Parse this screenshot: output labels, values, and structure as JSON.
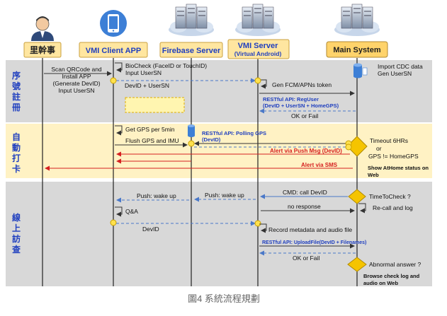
{
  "caption": "圖4 系統流程規劃",
  "actors": [
    {
      "id": "user",
      "label": "里幹事",
      "sub": "",
      "icon": "person-icon"
    },
    {
      "id": "app",
      "label": "VMI Client APP",
      "sub": "",
      "icon": "smartphone-icon"
    },
    {
      "id": "firebase",
      "label": "Firebase Server",
      "sub": "",
      "icon": "server-cloud-icon"
    },
    {
      "id": "vmi",
      "label": "VMI Server",
      "sub": "(Virtual Android)",
      "icon": "server-cloud-icon"
    },
    {
      "id": "main",
      "label": "Main System",
      "sub": "",
      "icon": "server-cloud-icon"
    }
  ],
  "phases": [
    {
      "id": "registration",
      "label": "序號註冊",
      "color": "#d8d8d8"
    },
    {
      "id": "checkin",
      "label": "自動打卡",
      "color": "#fff2c4"
    },
    {
      "id": "online",
      "label": "線上訪查",
      "color": "#d8d8d8"
    }
  ],
  "labels": {
    "scan": [
      "Scan QRCode and",
      "Install APP",
      "(Generate DevID)",
      "Input UserSN"
    ],
    "biocheck": [
      "BioCheck (FaceID or TouchID)",
      "Input UserSN"
    ],
    "devid_usersn": "DevID + UserSN",
    "import_cdc": [
      "Import CDC data",
      "Gen UserSN"
    ],
    "gen_fcm": "Gen FCM/APNs token",
    "reguser": [
      "RESTful API: RegUser",
      "(DevID + UserSN + HomeGPS)"
    ],
    "ok_fail_1": "OK or Fail",
    "get_gps": "Get GPS per 5min",
    "flush_gps": "Flush GPS and IMU",
    "polling": [
      "RESTful API: Polling GPS",
      "(DevID)"
    ],
    "timeout": [
      "Timeout 6HRs",
      "or",
      "GPS != HomeGPS"
    ],
    "alert_push": "Alert via Push Msg (DevID)",
    "alert_sms": "Alert via SMS",
    "show_athome": [
      "Show AtHome status on",
      "Web"
    ],
    "cmd_call": "CMD: call DevID",
    "push_wake_2": "Push: wake up",
    "push_wake_1": "Push: wake up",
    "time_to_check": "TimeToCheck ?",
    "no_response": "no response",
    "recall": "Re-call and log",
    "qa": "Q&A",
    "devid": "DevID",
    "record": "Record metadata and audio file",
    "uploadfile": "RESTful API: UploadFile(DevID + Filenames)",
    "ok_fail_2": "OK or Fail",
    "abnormal": "Abnormal answer ?",
    "browse": [
      "Browse check log and",
      "audio on Web"
    ]
  },
  "colors": {
    "blue_text": "#1f3fbf",
    "red": "#d62020",
    "arrow_blue": "#4a78c8",
    "dashed_blue": "#4a78c8",
    "yellow": "#f5c400",
    "label_box": "#ffe6a0",
    "main_box": "#ffd36b"
  }
}
